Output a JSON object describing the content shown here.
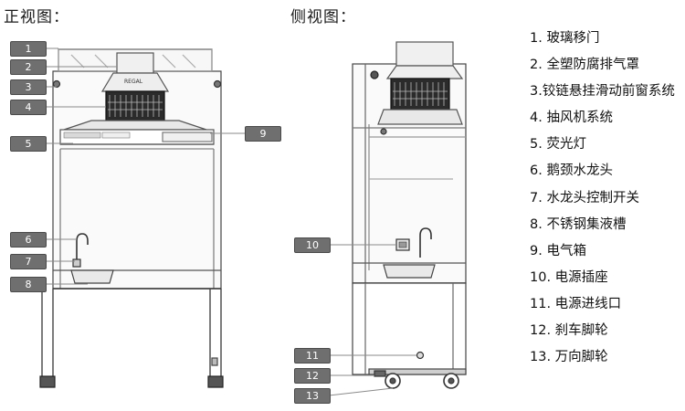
{
  "views": {
    "front_title": "正视图：",
    "side_title": "侧视图："
  },
  "brand_text": "REGAL",
  "callouts": {
    "front": [
      "1",
      "2",
      "3",
      "4",
      "5",
      "6",
      "7",
      "8",
      "9"
    ],
    "side": [
      "10",
      "11",
      "12",
      "13"
    ]
  },
  "legend": [
    {
      "num": "1.",
      "text": "玻璃移门"
    },
    {
      "num": "2.",
      "text": "全塑防腐排气罩"
    },
    {
      "num": "3.",
      "text": "铰链悬挂滑动前窗系统"
    },
    {
      "num": "4.",
      "text": "抽风机系统"
    },
    {
      "num": "5.",
      "text": "荧光灯"
    },
    {
      "num": "6.",
      "text": "鹅颈水龙头"
    },
    {
      "num": "7.",
      "text": "水龙头控制开关"
    },
    {
      "num": "8.",
      "text": "不锈钢集液槽"
    },
    {
      "num": "9.",
      "text": "电气箱"
    },
    {
      "num": "10.",
      "text": "电源插座"
    },
    {
      "num": "11.",
      "text": "电源进线口"
    },
    {
      "num": "12.",
      "text": "刹车脚轮"
    },
    {
      "num": "13.",
      "text": "万向脚轮"
    }
  ],
  "colors": {
    "line": "#444444",
    "badge": "#6f6f6f",
    "leader": "#8a8a8a",
    "fan_dark": "#1c1c1c",
    "panel": "#f4f4f4"
  }
}
